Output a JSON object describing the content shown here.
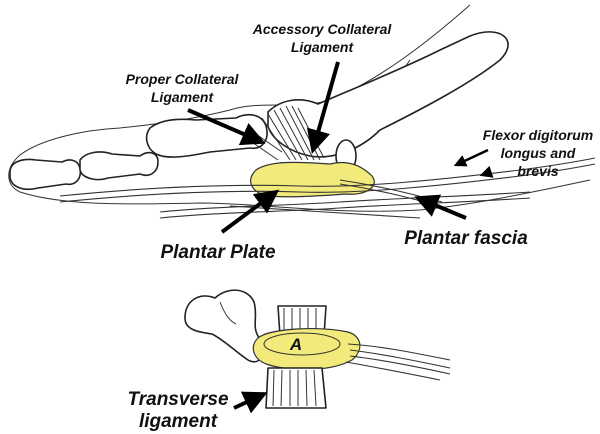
{
  "labels": {
    "accessory_collateral_line1": "Accessory Collateral",
    "accessory_collateral_line2": "Ligament",
    "proper_collateral_line1": "Proper Collateral",
    "proper_collateral_line2": "Ligament",
    "flexor_line1": "Flexor digitorum",
    "flexor_line2": "longus and",
    "flexor_line3": "brevis",
    "plantar_plate": "Plantar Plate",
    "plantar_fascia": "Plantar fascia",
    "region_a": "A",
    "transverse_line1": "Transverse",
    "transverse_line2": "ligament"
  },
  "colors": {
    "plate_fill": "#f2ea7a",
    "ink": "#111111"
  }
}
